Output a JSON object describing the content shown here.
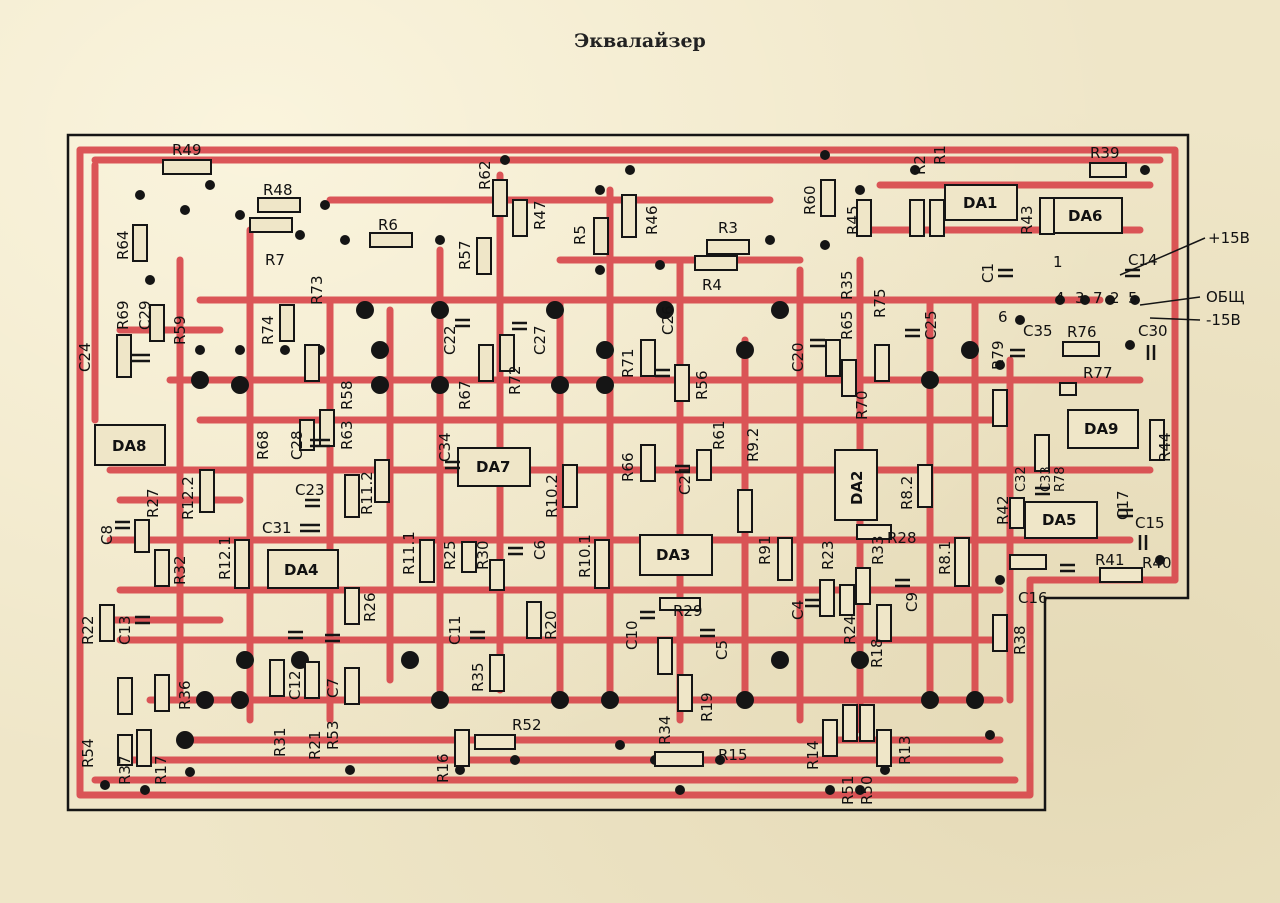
{
  "title": "Эквалайзер",
  "colors": {
    "paper": "#efe6c8",
    "trace": "#d8454a",
    "ink": "#151515"
  },
  "power": {
    "plus": "+15В",
    "common": "ОБЩ",
    "minus": "-15В"
  },
  "connector_pins": [
    "1",
    "4",
    "3",
    "7",
    "2",
    "5",
    "6"
  ],
  "chips": [
    "DA1",
    "DA6",
    "DA8",
    "DA7",
    "DA4",
    "DA3",
    "DA2",
    "DA9",
    "DA5"
  ],
  "resistors": [
    "R49",
    "R48",
    "R7",
    "R6",
    "R64",
    "R69",
    "R59",
    "R74",
    "R73",
    "R58",
    "R68",
    "R63",
    "R62",
    "R57",
    "R47",
    "R5",
    "R46",
    "R3",
    "R4",
    "R60",
    "R45",
    "R2",
    "R1",
    "R39",
    "R43",
    "R35",
    "R65",
    "R75",
    "R70",
    "R67",
    "R72",
    "R71",
    "R56",
    "R66",
    "R61",
    "R9.2",
    "R91",
    "R23",
    "R33",
    "R28",
    "R24",
    "R18",
    "R8.2",
    "R8.1",
    "R79",
    "R76",
    "R77",
    "R78",
    "R42",
    "R41",
    "R40",
    "R44",
    "R38",
    "R27",
    "R12.2",
    "R12.1",
    "R32",
    "R22",
    "R36",
    "R54",
    "R37",
    "R17",
    "R31",
    "R21",
    "R53",
    "R26",
    "R11.2",
    "R11.1",
    "R25",
    "R30",
    "R10.2",
    "R10.1",
    "R20",
    "R35",
    "R16",
    "R52",
    "R34",
    "R19",
    "R29",
    "R15",
    "R14",
    "R51",
    "R50",
    "R13"
  ],
  "capacitors": [
    "C24",
    "C29",
    "C28",
    "C23",
    "C31",
    "C22",
    "C27",
    "C34",
    "C26",
    "C21",
    "C20",
    "C25",
    "C8",
    "C13",
    "C12",
    "C7",
    "C11",
    "C6",
    "C10",
    "C5",
    "C4",
    "C9",
    "C1",
    "C14",
    "C35",
    "C30",
    "C32",
    "C33",
    "C17",
    "C15",
    "C16"
  ]
}
